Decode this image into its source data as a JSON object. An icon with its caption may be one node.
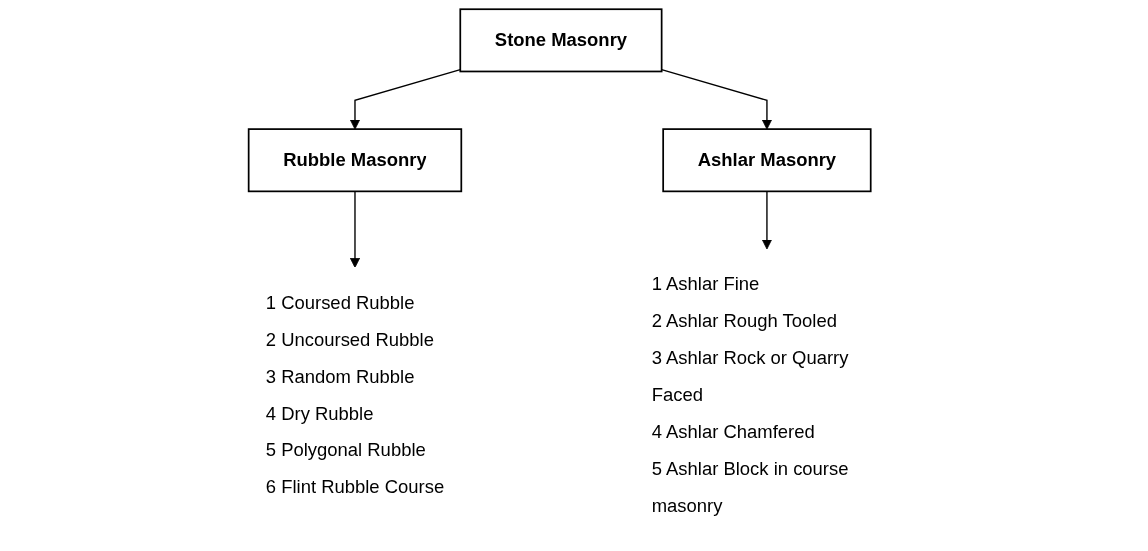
{
  "diagram": {
    "nodes": [
      {
        "text": [
          "Stone Masonry"
        ]
      },
      {
        "text": [
          "Rubble Masonry"
        ]
      },
      {
        "text": [
          "Ashlar Masonry"
        ]
      },
      {
        "text": [
          "1 Coursed Rubble",
          "2 Uncoursed Rubble",
          "3 Random Rubble",
          "4 Dry Rubble",
          "5 Polygonal Rubble",
          "6 Flint Rubble Course"
        ]
      },
      {
        "text": [
          "1 Ashlar Fine",
          "2 Ashlar Rough Tooled",
          "3 Ashlar Rock or Quarry Faced",
          "4 Ashlar Chamfered",
          "5 Ashlar Block in course masonry"
        ]
      }
    ],
    "edges": [
      {
        "from": 0,
        "to": 1,
        "arrow": "to"
      },
      {
        "from": 0,
        "to": 2,
        "arrow": "to"
      },
      {
        "from": 1,
        "to": 3,
        "arrow": "to"
      },
      {
        "from": 2,
        "to": 4,
        "arrow": "to"
      }
    ]
  }
}
